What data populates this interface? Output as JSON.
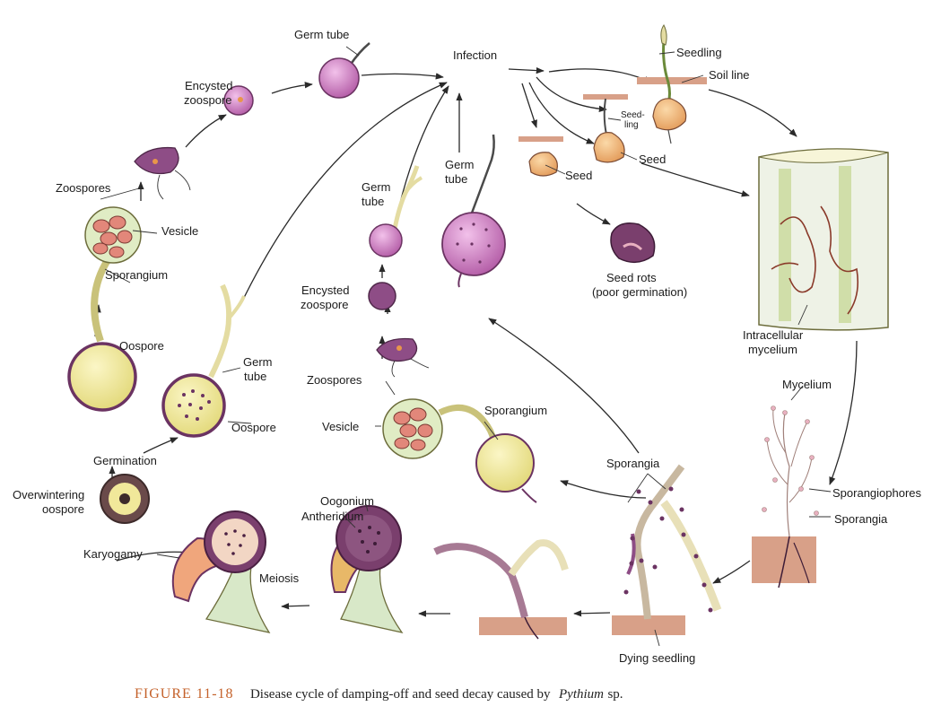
{
  "labels": {
    "germ_tube_top": "Germ tube",
    "infection": "Infection",
    "seedling": "Seedling",
    "soil_line": "Soil line",
    "seed_ling_1": "Seed-",
    "seed_ling_2": "ling",
    "seed_center": "Seed",
    "seed_right": "Seed",
    "encysted_zoospore_top_1": "Encysted",
    "encysted_zoospore_top_2": "zoospore",
    "zoospores_left": "Zoospores",
    "vesicle_left": "Vesicle",
    "sporangium_left": "Sporangium",
    "oospore_left": "Oospore",
    "germ_tube_mid_1": "Germ",
    "germ_tube_mid_2": "tube",
    "germ_tube_center_1": "Germ",
    "germ_tube_center_2": "tube",
    "germ_tube_oospore_1": "Germ",
    "germ_tube_oospore_2": "tube",
    "oospore_mid": "Oospore",
    "seed_rots_1": "Seed rots",
    "seed_rots_2": "(poor germination)",
    "encysted_zoospore_mid_1": "Encysted",
    "encysted_zoospore_mid_2": "zoospore",
    "zoospores_mid": "Zoospores",
    "vesicle_mid": "Vesicle",
    "sporangium_mid": "Sporangium",
    "intracellular_1": "Intracellular",
    "intracellular_2": "mycelium",
    "mycelium": "Mycelium",
    "sporangiophores": "Sporangiophores",
    "sporangia_right": "Sporangia",
    "sporangia_center": "Sporangia",
    "germination": "Germination",
    "overwintering_1": "Overwintering",
    "overwintering_2": "oospore",
    "karyogamy": "Karyogamy",
    "oogonium": "Oogonium",
    "antheridium": "Antheridium",
    "meiosis": "Meiosis",
    "dying_seedling": "Dying seedling"
  },
  "caption": {
    "figure": "FIGURE 11-18",
    "text": "Disease cycle of damping-off and seed decay caused by",
    "genus": "Pythium",
    "suffix": " sp."
  },
  "colors": {
    "spore_pink": "#d27bc4",
    "spore_dark": "#7a3f6d",
    "oospore_yellow": "#f1e89a",
    "zoospore_salmon": "#e2877a",
    "soil": "#d8a088",
    "seed_orange": "#f0b578",
    "caption_accent": "#c4612a"
  }
}
